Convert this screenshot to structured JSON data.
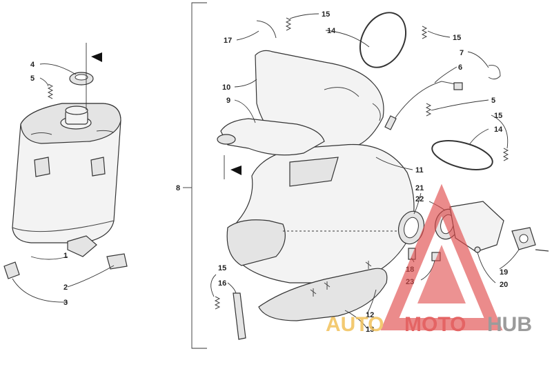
{
  "callouts": {
    "c1": "1",
    "c2": "2",
    "c3": "3",
    "c4": "4",
    "c5a": "5",
    "c5b": "5",
    "c6": "6",
    "c7": "7",
    "c8": "8",
    "c9": "9",
    "c10": "10",
    "c11": "11",
    "c12": "12",
    "c13": "13",
    "c14a": "14",
    "c14b": "14",
    "c15a": "15",
    "c15b": "15",
    "c15c": "15",
    "c15d": "15",
    "c16": "16",
    "c17": "17",
    "c18": "18",
    "c19": "19",
    "c20": "20",
    "c21": "21",
    "c22": "22",
    "c23": "23"
  },
  "watermark": {
    "part1": "AUTO",
    "part2": "MOTO",
    "part3": "HUB",
    "color_yellow": "#f2c15a",
    "color_red": "#e04a4a",
    "color_gray": "#8a8a8a"
  }
}
